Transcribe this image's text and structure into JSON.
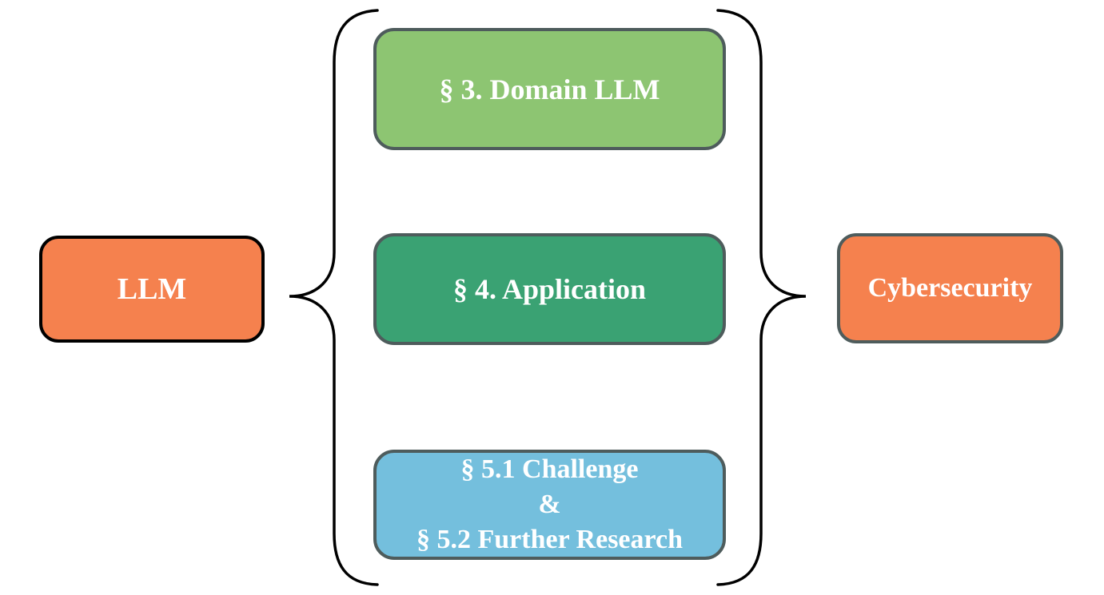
{
  "diagram": {
    "background": "#FFFFFF",
    "brace_color": "#000000",
    "left_node": {
      "label": "LLM",
      "fill": "#F5814E",
      "border_color": "#000000",
      "text_color": "#FFFFFF"
    },
    "right_node": {
      "label": "Cybersecurity",
      "fill": "#F5814E",
      "border_color": "#4E5C5C",
      "text_color": "#FFFFFF"
    },
    "center_nodes": [
      {
        "label": "§ 3. Domain LLM",
        "fill": "#8DC572",
        "border_color": "#4E5C5C",
        "text_color": "#FFFFFF"
      },
      {
        "label": "§ 4. Application",
        "fill": "#3AA273",
        "border_color": "#4E5C5C",
        "text_color": "#FFFFFF"
      },
      {
        "lines": [
          "§ 5.1 Challenge",
          "&",
          "§ 5.2 Further Research"
        ],
        "fill": "#74BFDD",
        "border_color": "#4E5C5C",
        "text_color": "#FFFFFF"
      }
    ]
  }
}
